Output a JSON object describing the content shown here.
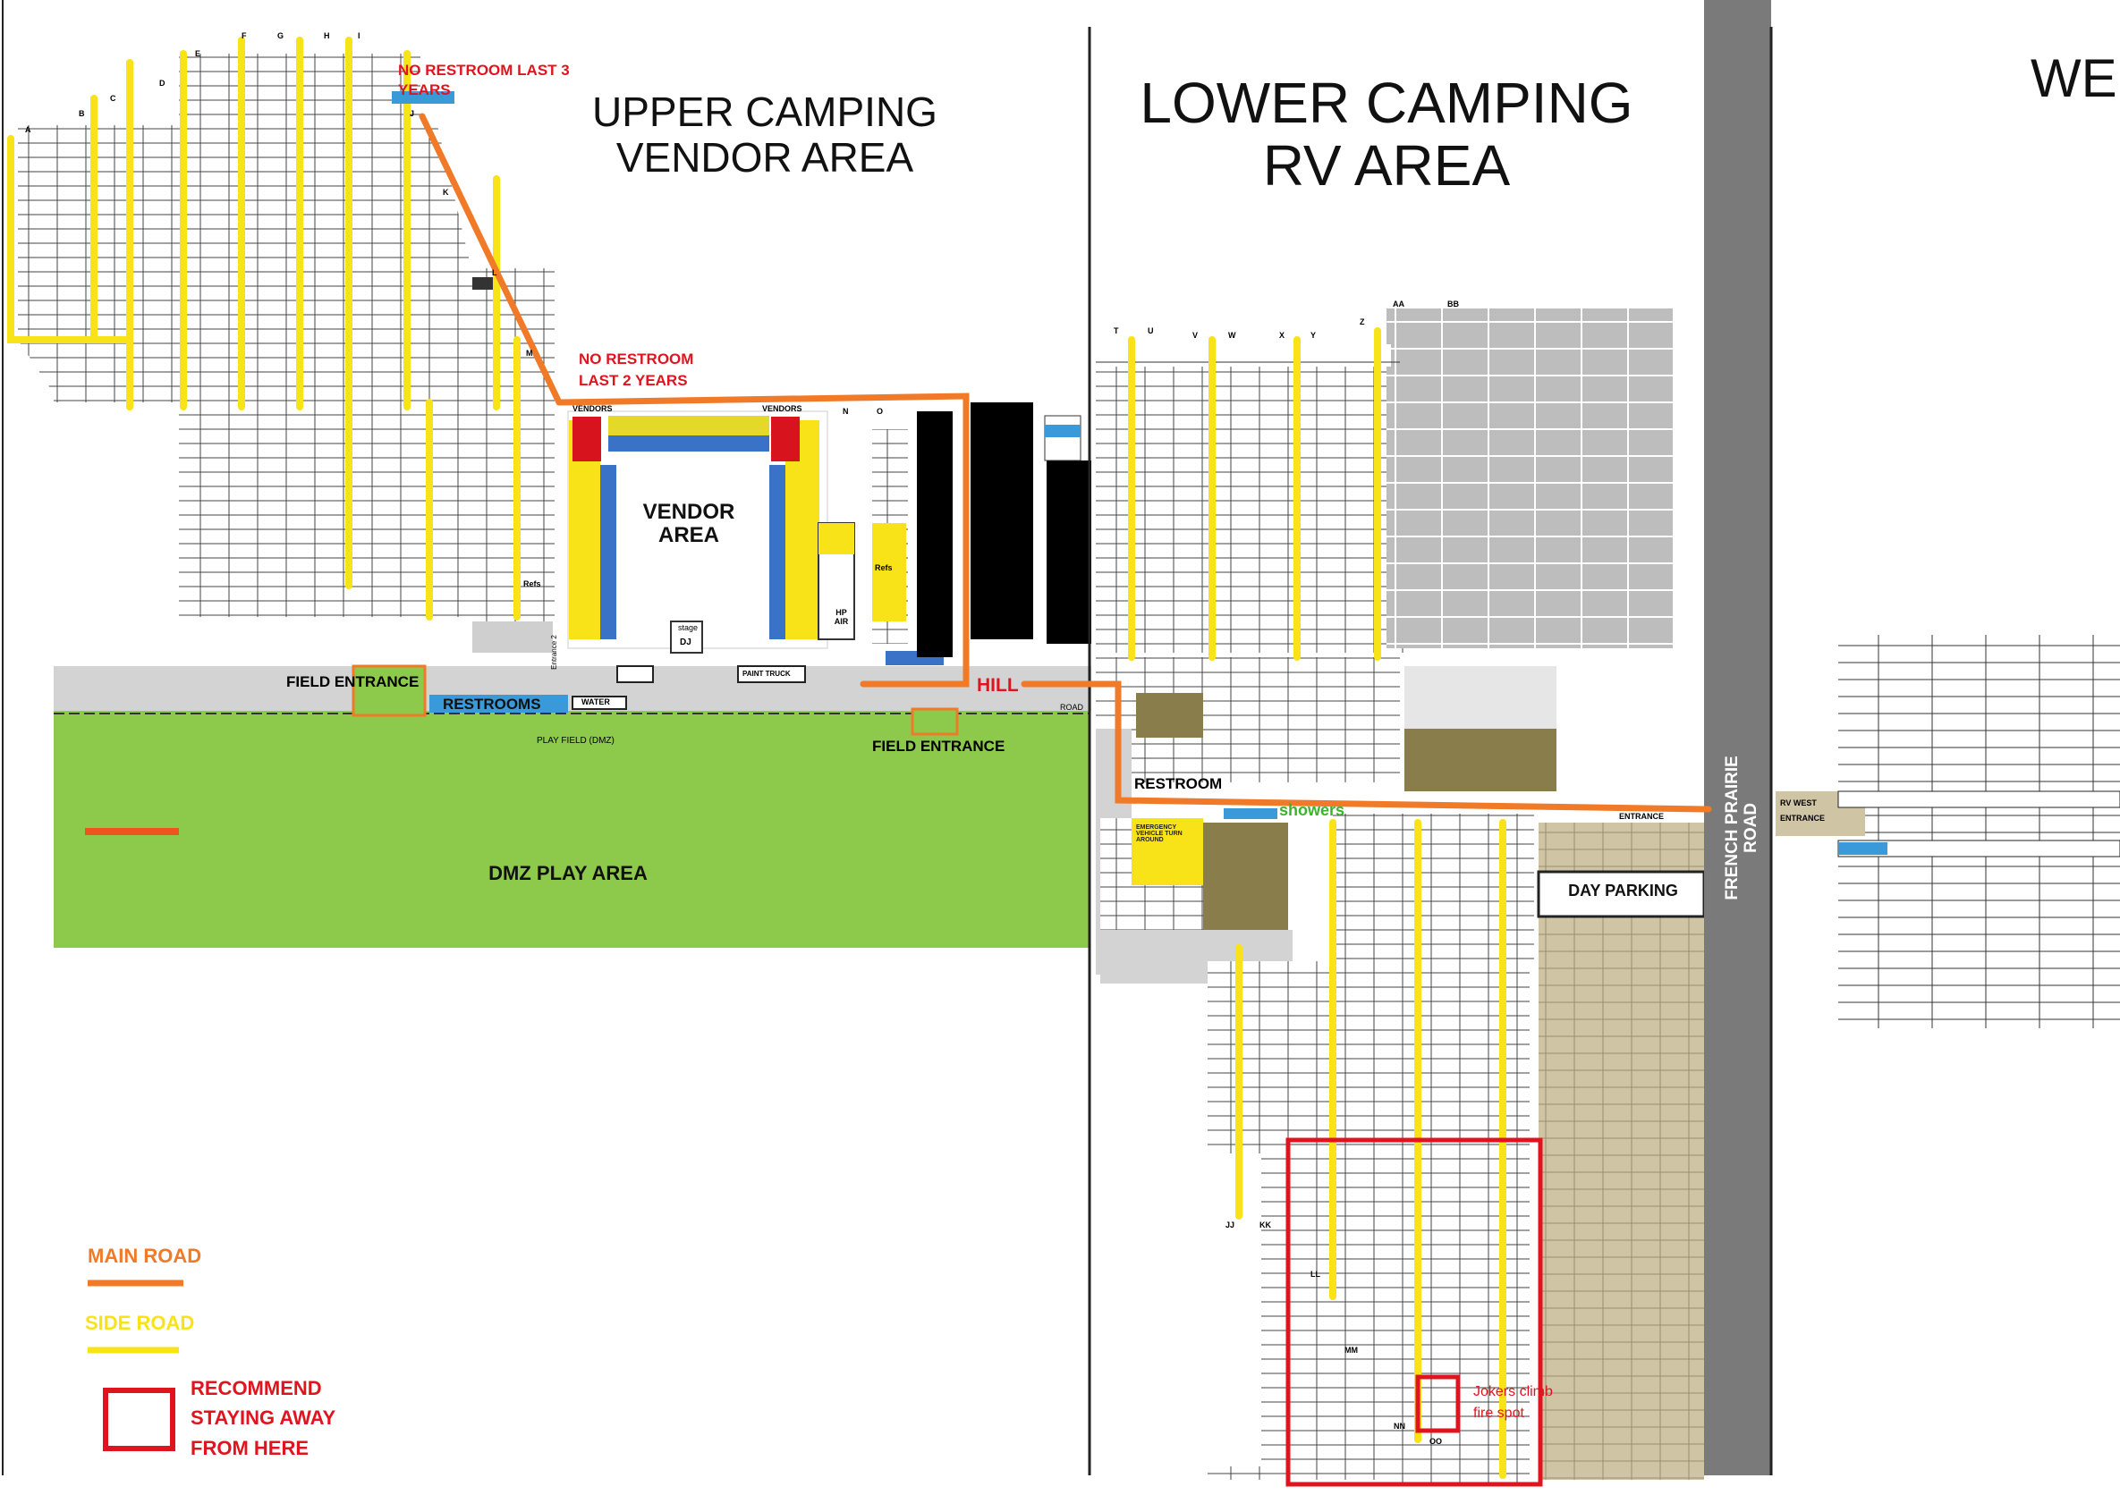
{
  "areas": {
    "upper_camping_title": "UPPER CAMPING VENDOR AREA",
    "lower_camping_title": "LOWER CAMPING RV AREA",
    "west_title_partial": "WE",
    "vendor_area": "VENDOR AREA",
    "dmz_play_area": "DMZ PLAY AREA",
    "play_field_label": "PLAY FIELD (DMZ)",
    "day_parking": "DAY PARKING",
    "road_name": "FRENCH PRAIRIE ROAD",
    "rv_west_entrance": "RV WEST ENTRANCE",
    "main_entrance": "ENTRANCE",
    "road_label": "ROAD"
  },
  "labels": {
    "field_entrance_left": "FIELD ENTRANCE",
    "field_entrance_right": "FIELD ENTRANCE",
    "restrooms": "RESTROOMS",
    "water": "WATER",
    "hill": "HILL",
    "restroom_lower": "RESTROOM",
    "showers": "showers",
    "stage": "stage",
    "dj": "DJ",
    "paint_truck": "PAINT TRUCK",
    "vendors_left": "VENDORS",
    "vendors_right": "VENDORS",
    "hp_air": "HP AIR",
    "refs_left": "Refs",
    "refs_right": "Refs",
    "emergency": "EMERGENCY VEHICLE TURN AROUND",
    "entrance2": "Entrance 2"
  },
  "annotations": {
    "no_restroom_3": "NO RESTROOM LAST 3 YEARS",
    "no_restroom_2_line1": "NO RESTROOM",
    "no_restroom_2_line2": "LAST 2 YEARS",
    "jokers_line1": "Jokers climb",
    "jokers_line2": "fire spot"
  },
  "legend": {
    "main_road": "MAIN ROAD",
    "side_road": "SIDE ROAD",
    "recommend_line1": "RECOMMEND",
    "recommend_line2": "STAYING AWAY",
    "recommend_line3": "FROM HERE",
    "main_road_color": "#f07a28",
    "side_road_color": "#f7e317",
    "avoid_color": "#e0141e"
  },
  "rows": {
    "upper": [
      "A",
      "B",
      "C",
      "D",
      "E",
      "F",
      "G",
      "H",
      "I",
      "J",
      "K",
      "L",
      "M",
      "N",
      "O"
    ],
    "lower": [
      "T",
      "U",
      "V",
      "W",
      "X",
      "Y",
      "Z",
      "AA",
      "BB"
    ],
    "bottom": [
      "JJ",
      "KK",
      "LL",
      "MM",
      "NN",
      "OO"
    ]
  },
  "colors": {
    "field_green": "#8dc94a",
    "road_gray": "#7a7a7a",
    "parking_tan": "#cfc5a5",
    "olive": "#8a7d4c",
    "vendor_blue": "#3a72c8",
    "vendor_yellow": "#f7e317"
  }
}
